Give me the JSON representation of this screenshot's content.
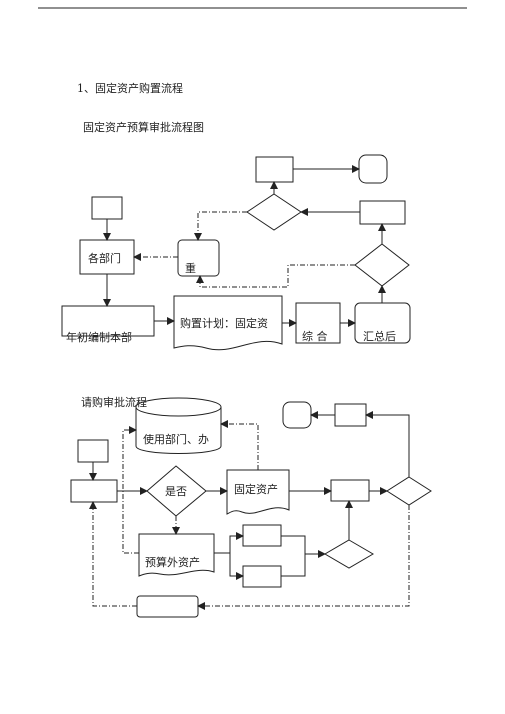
{
  "heading": "1、固定资产购置流程",
  "section1": {
    "title": "固定资产预算审批流程图",
    "labels": {
      "dept": "各部门",
      "redo": "重",
      "annual": "年初编制本部",
      "plan": "购置计划：固定资",
      "summary": "综  合",
      "collect": "汇总后"
    }
  },
  "section2": {
    "title": "请购审批流程",
    "labels": {
      "users": "使用部门、办",
      "yesno": "是否",
      "fixed": "固定资产",
      "outside": "预算外资产"
    }
  }
}
